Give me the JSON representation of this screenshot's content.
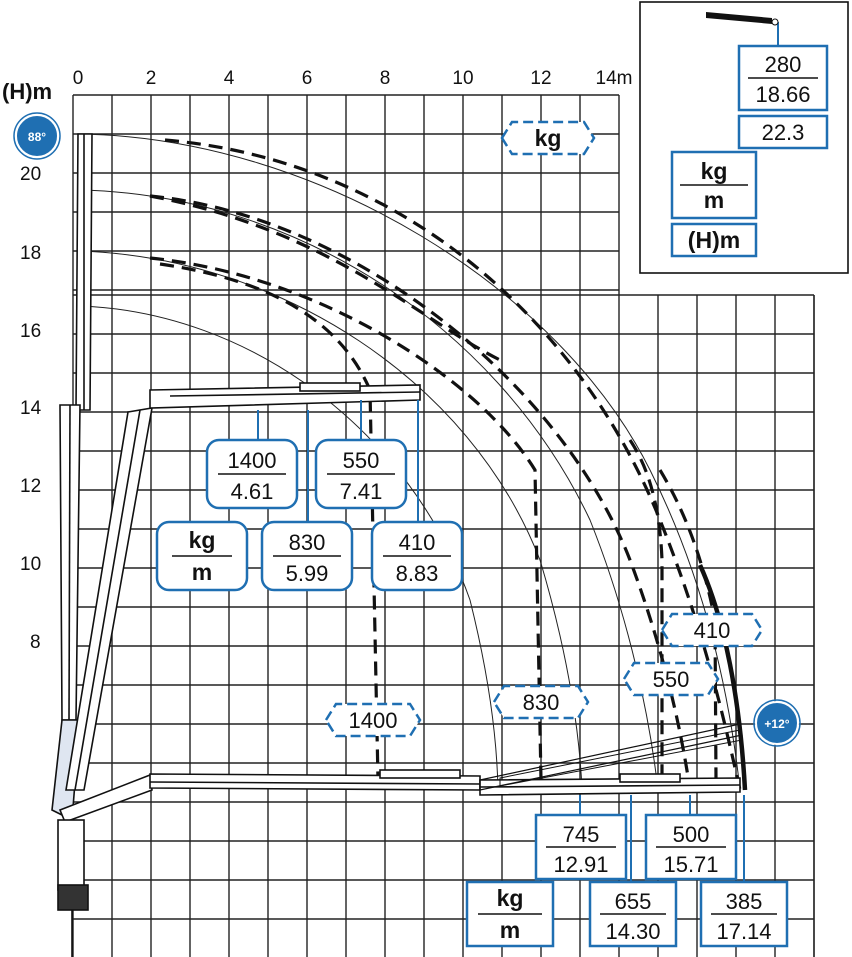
{
  "axes": {
    "y_title": "(H)m",
    "x_unit": "m",
    "x_ticks": [
      "0",
      "2",
      "4",
      "6",
      "8",
      "10",
      "12",
      "14m"
    ],
    "y_ticks": [
      "20",
      "18",
      "16",
      "14",
      "12",
      "10",
      "8"
    ]
  },
  "angles": {
    "max": "88°",
    "min": "+12°"
  },
  "legend_box": {
    "load": "280",
    "reach": "18.66",
    "height": "22.3",
    "unit_kg": "kg",
    "unit_m": "m",
    "height_unit": "(H)m"
  },
  "header_kg": "kg",
  "upper_labels": {
    "unit_kg": "kg",
    "unit_m": "m",
    "items": [
      {
        "load": "1400",
        "reach": "4.61"
      },
      {
        "load": "550",
        "reach": "7.41"
      },
      {
        "load": "830",
        "reach": "5.99"
      },
      {
        "load": "410",
        "reach": "8.83"
      }
    ]
  },
  "curve_tags": [
    "1400",
    "830",
    "550",
    "410"
  ],
  "lower_labels": {
    "unit_kg": "kg",
    "unit_m": "m",
    "items": [
      {
        "load": "745",
        "reach": "12.91"
      },
      {
        "load": "500",
        "reach": "15.71"
      },
      {
        "load": "655",
        "reach": "14.30"
      },
      {
        "load": "385",
        "reach": "17.14"
      }
    ]
  },
  "colors": {
    "accent": "#1f6fb2",
    "grid": "#222222",
    "ink": "#111111"
  }
}
